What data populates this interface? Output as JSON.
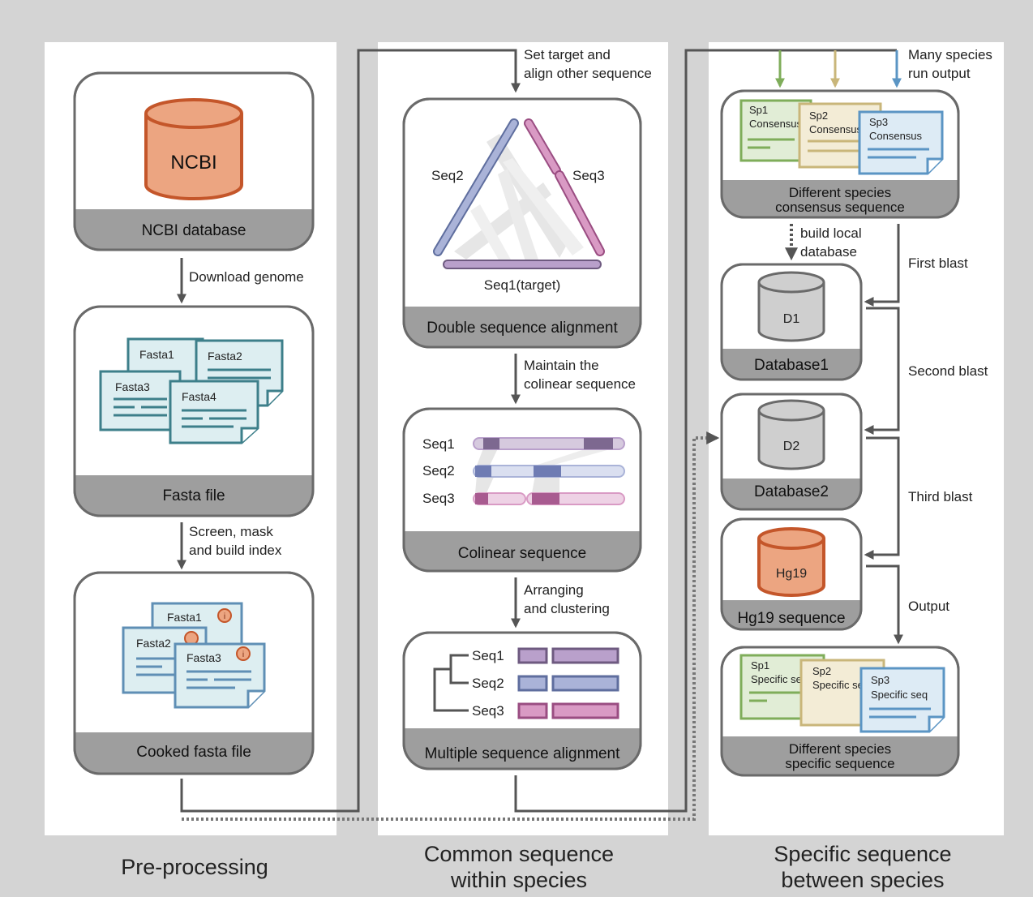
{
  "columns": {
    "left": "Pre-processing",
    "middle": [
      "Common sequence",
      "within species"
    ],
    "right": [
      "Specific sequence",
      "between species"
    ]
  },
  "left": {
    "db_label": "NCBI",
    "box1_title": "NCBI database",
    "step1": "Download genome",
    "fasta": [
      "Fasta1",
      "Fasta2",
      "Fasta3",
      "Fasta4"
    ],
    "box2_title": "Fasta file",
    "step2": [
      "Screen, mask",
      "and build index"
    ],
    "cooked": [
      "Fasta1",
      "Fasta2",
      "Fasta3"
    ],
    "box3_title": "Cooked fasta file"
  },
  "middle": {
    "step0": [
      "Set target and",
      "align other sequence"
    ],
    "triangle": {
      "seq2": "Seq2",
      "seq3": "Seq3",
      "seq1": "Seq1(target)"
    },
    "box1_title": "Double sequence alignment",
    "step1": [
      "Maintain the",
      "colinear sequence"
    ],
    "colinear_labels": [
      "Seq1",
      "Seq2",
      "Seq3"
    ],
    "box2_title": "Colinear sequence",
    "step2": [
      "Arranging",
      "and clustering"
    ],
    "msa_labels": [
      "Seq1",
      "Seq2",
      "Seq3"
    ],
    "box3_title": "Multiple sequence alignment"
  },
  "right": {
    "top_note": [
      "Many species",
      "run output"
    ],
    "consensus": [
      [
        "Sp1",
        "Consensus"
      ],
      [
        "Sp2",
        "Consensus"
      ],
      [
        "Sp3",
        "Consensus"
      ]
    ],
    "box1_title": [
      "Different species",
      "consensus sequence"
    ],
    "build_note": [
      "build local",
      "database"
    ],
    "d1": "D1",
    "db1_title": "Database1",
    "blast1": "First blast",
    "d2": "D2",
    "db2_title": "Database2",
    "blast2": "Second blast",
    "hg": "Hg19",
    "hg_title": "Hg19 sequence",
    "blast3": "Third blast",
    "output": "Output",
    "specific": [
      [
        "Sp1",
        "Specific seq"
      ],
      [
        "Sp2",
        "Specific seq"
      ],
      [
        "Sp3",
        "Specific seq"
      ]
    ],
    "box5_title": [
      "Different species",
      "specific sequence"
    ]
  },
  "colors": {
    "background": "#d4d4d4",
    "panel": "#ffffff",
    "box_border": "#6a6a6a",
    "title_bar": "#9e9e9e",
    "db_orange": "#eca581",
    "db_orange_stroke": "#c4562a",
    "db_gray": "#cfcfcf",
    "fasta_teal": "#3d7f8a",
    "fasta_fill": "#ddeef1",
    "cooked_blue": "#5f8fb5",
    "seq_blue": "#aab3d8",
    "seq_pink": "#d99ac4",
    "seq_purple": "#b9a0cb",
    "sp_green": "#7fad5a",
    "sp_tan": "#c9b67a",
    "sp_blue": "#5b95c4",
    "arrow": "#555555"
  }
}
